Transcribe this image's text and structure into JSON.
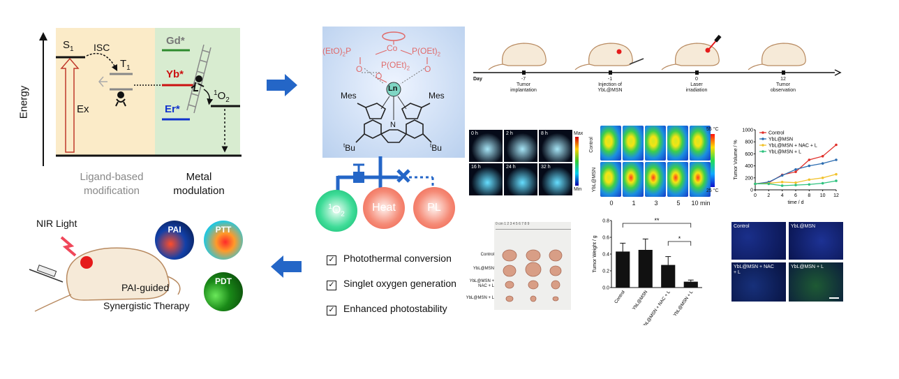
{
  "energy": {
    "axis_label": "Energy",
    "s1": "S",
    "s1_sub": "1",
    "isc": "ISC",
    "t1": "T",
    "t1_sub": "1",
    "ex": "Ex",
    "gd": "Gd*",
    "yb": "Yb*",
    "er": "Er*",
    "o2_sup": "1",
    "o2": "O",
    "o2_sub": "2",
    "left_caption_1": "Ligand-based",
    "left_caption_2": "modification",
    "right_caption_1": "Metal",
    "right_caption_2": "modulation",
    "colors": {
      "left_bg": "#fbebc8",
      "right_bg": "#d8ecd0",
      "gd": "#2e8b2e",
      "yb": "#cc1111",
      "er": "#1133cc",
      "ex": "#c0392b"
    }
  },
  "molecule": {
    "ebo2": "(EtO)",
    "ebo2_sub": "2",
    "p_left": "P",
    "co": "Co",
    "p_right": "P(OEt)",
    "p_right_sub": "2",
    "p_mid": "P(OEt)",
    "p_mid_sub": "2",
    "o_left": "O",
    "o_right": "O",
    "o_mid": "O",
    "ln": "Ln",
    "mes_left": "Mes",
    "mes_right": "Mes",
    "n": "N",
    "tbu_left_sup": "t",
    "tbu_left": "Bu",
    "tbu_right_sup": "t",
    "tbu_right": "Bu"
  },
  "outputs": {
    "singlet": {
      "sup": "1",
      "label": "O",
      "sub": "2"
    },
    "heat": "Heat",
    "pl": "PL"
  },
  "checklist": [
    "Photothermal conversion",
    "Singlet oxygen generation",
    "Enhanced photostability"
  ],
  "therapy": {
    "nir": "NIR Light",
    "pai": "PAI",
    "ptt": "PTT",
    "pdt": "PDT",
    "caption_1": "PAI-guided",
    "caption_2": "Synergistic Therapy"
  },
  "timeline": {
    "day_label": "Day",
    "points": [
      {
        "day": "-7",
        "line1": "Tumor",
        "line2": "implantation"
      },
      {
        "day": "-1",
        "line1": "Injection of",
        "line2": "YbL@MSN"
      },
      {
        "day": "0",
        "line1": "Laser",
        "line2": "irradiation"
      },
      {
        "day": "12",
        "line1": "Tumor",
        "line2": "observation"
      }
    ]
  },
  "pa_images": {
    "times": [
      "0 h",
      "2 h",
      "8 h",
      "16 h",
      "24 h",
      "32 h"
    ],
    "scale_max": "Max",
    "scale_min": "Min"
  },
  "thermal_images": {
    "rows": [
      "Control",
      "YbL@MSN"
    ],
    "times": [
      "0",
      "1",
      "3",
      "5",
      "10 min"
    ],
    "scale_max": "55 °C",
    "scale_min": "25 °C"
  },
  "tumor_photos": {
    "ruler": "0 cm 1 2 3 4 5 6 7 8 9",
    "rows": [
      "Control",
      "YbL@MSN",
      "YbL@MSN + NAC + L",
      "YbL@MSN + L"
    ]
  },
  "staining": {
    "labels": [
      "Control",
      "YbL@MSN",
      "YbL@MSN + NAC + L",
      "YbL@MSN + L"
    ]
  },
  "chart_data": [
    {
      "type": "line",
      "ylabel": "Tumor Volume / %",
      "xlabel": "time / d",
      "x": [
        0,
        2,
        4,
        6,
        8,
        10,
        12
      ],
      "xticks": [
        "0",
        "2",
        "4",
        "6",
        "8",
        "10",
        "12"
      ],
      "yticks": [
        "0",
        "200",
        "400",
        "600",
        "800",
        "1000"
      ],
      "ylim": [
        0,
        1000
      ],
      "xlim": [
        0,
        12
      ],
      "series": [
        {
          "name": "Control",
          "color": "#e0302a",
          "values": [
            100,
            120,
            250,
            300,
            500,
            560,
            750
          ]
        },
        {
          "name": "YbL@MSN",
          "color": "#2b6cb0",
          "values": [
            100,
            130,
            240,
            340,
            400,
            440,
            500
          ]
        },
        {
          "name": "YbL@MSN + NAC + L",
          "color": "#f2c22c",
          "values": [
            100,
            110,
            130,
            120,
            170,
            200,
            260
          ]
        },
        {
          "name": "YbL@MSN + L",
          "color": "#2ec27e",
          "values": [
            100,
            100,
            70,
            80,
            90,
            110,
            150
          ]
        }
      ]
    },
    {
      "type": "bar",
      "ylabel": "Tumor Weight / g",
      "categories": [
        "Control",
        "YbL@MSN",
        "YbL@MSN + NAC + L",
        "YbL@MSN + L"
      ],
      "values": [
        0.43,
        0.45,
        0.27,
        0.07
      ],
      "errors": [
        0.1,
        0.13,
        0.1,
        0.02
      ],
      "yticks": [
        "0.0",
        "0.2",
        "0.4",
        "0.6",
        "0.8"
      ],
      "ylim": [
        0,
        0.8
      ],
      "annotations": [
        "**",
        "*"
      ]
    }
  ]
}
